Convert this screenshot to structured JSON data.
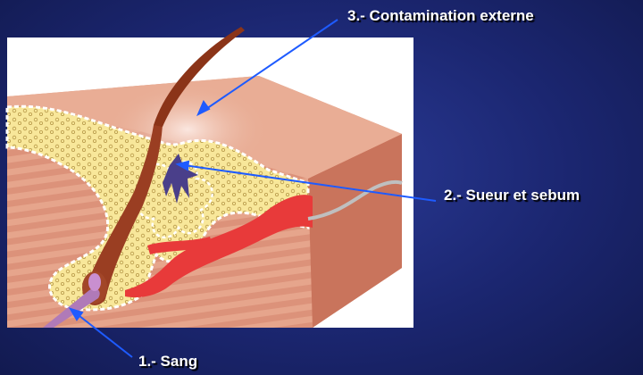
{
  "labels": {
    "external": "3.- Contamination externe",
    "sweat": "2.- Sueur et sebum",
    "blood": "1.- Sang"
  },
  "colors": {
    "background": "#1b2670",
    "arrow": "#1e5bff",
    "skin_top": "#e8a88c",
    "skin_body": "#d88a72",
    "fat_layer": "#f8e79a",
    "hair": "#8b3418",
    "vessel": "#e83a3a",
    "gland": "#4a3f8a",
    "bulb_vessel": "#b07ab8"
  }
}
